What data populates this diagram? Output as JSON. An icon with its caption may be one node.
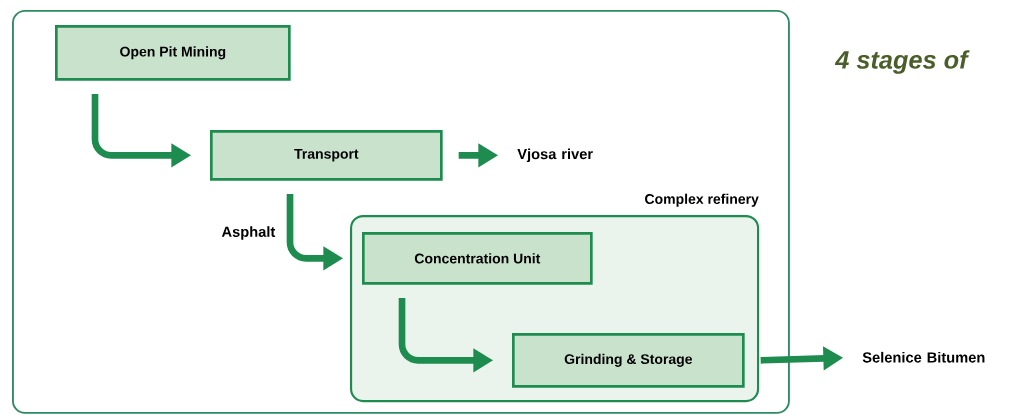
{
  "diagram": {
    "title": "4 stages of",
    "nodes": [
      {
        "text": [],
        "shape": "box"
      },
      {
        "text": [
          "Open Pit Mining"
        ],
        "in": 0
      },
      {
        "text": [
          "Transport"
        ],
        "in": 0
      },
      {
        "text": [
          "Vjosa river"
        ],
        "in": 0
      },
      {
        "text": [
          "Complex refinery"
        ],
        "in": 0
      },
      {
        "text": [
          "Concentration Unit"
        ],
        "in": 4
      },
      {
        "text": [
          "Grinding & Storage"
        ],
        "in": 4
      },
      {
        "text": [
          "Selenice Bitumen"
        ]
      }
    ],
    "edges": [
      {
        "from": 1,
        "to": 2,
        "arrow": "to"
      },
      {
        "from": 2,
        "to": 3,
        "arrow": "to"
      },
      {
        "from": 2,
        "to": 5,
        "arrow": "to",
        "label": "Asphalt"
      },
      {
        "from": 5,
        "to": 6,
        "arrow": "to"
      },
      {
        "from": 6,
        "to": 7,
        "arrow": "to"
      }
    ]
  }
}
